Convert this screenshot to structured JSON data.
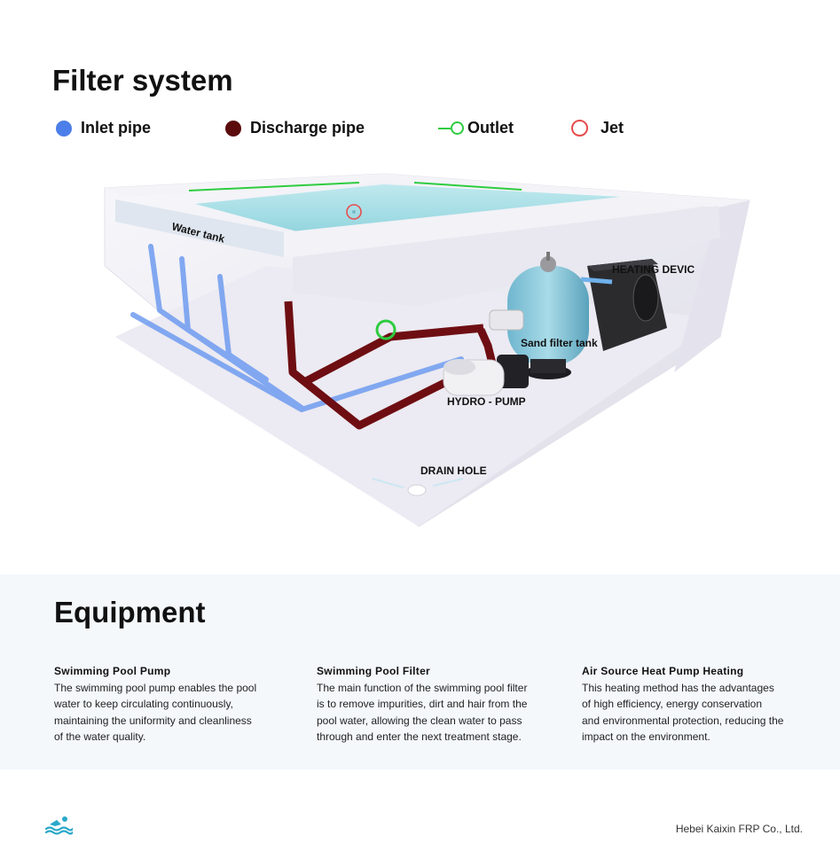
{
  "title": "Filter system",
  "legend": {
    "inlet": {
      "label": "Inlet pipe",
      "color": "#4c7fe9"
    },
    "discharge": {
      "label": "Discharge pipe",
      "color": "#5b0b0b"
    },
    "outlet": {
      "label": "Outlet",
      "color": "#2ecc40"
    },
    "jet": {
      "label": "Jet",
      "color": "#e74c4c"
    }
  },
  "diagram": {
    "labels": {
      "water_tank": "Water tank",
      "heating": "HEATING DEVIC",
      "sand_filter": "Sand filter tank",
      "pump": "HYDRO - PUMP",
      "drain": "DRAIN HOLE"
    }
  },
  "equipment": {
    "title": "Equipment",
    "items": [
      {
        "heading": "Swimming Pool Pump",
        "lines": [
          "The swimming pool pump enables the pool",
          "water to keep circulating continuously,",
          "maintaining the uniformity and cleanliness",
          "of the water quality."
        ]
      },
      {
        "heading": "Swimming Pool Filter",
        "lines": [
          "The main function of the swimming pool filter",
          "is to remove impurities, dirt and hair from the",
          "pool water, allowing the clean water to pass",
          "through and enter the next treatment stage."
        ]
      },
      {
        "heading": "Air Source Heat Pump Heating",
        "lines": [
          "This heating method has the advantages",
          "of high efficiency, energy conservation",
          "and environmental protection, reducing the",
          "impact on the environment."
        ]
      }
    ]
  },
  "footer": {
    "company": "Hebei Kaixin FRP Co., Ltd.",
    "icon": "swimmer-icon"
  }
}
